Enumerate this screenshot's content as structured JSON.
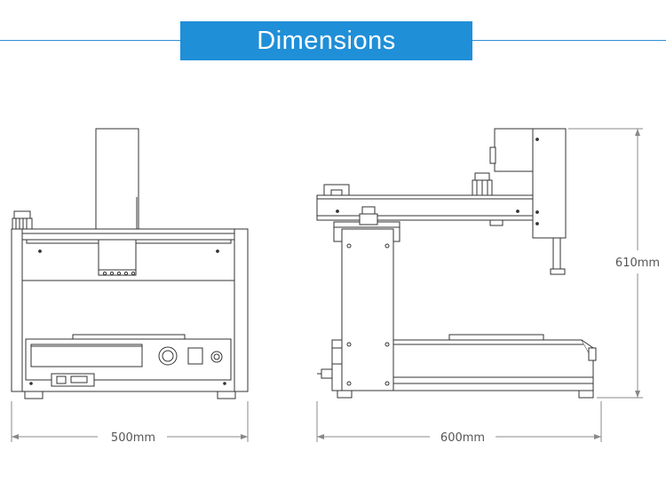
{
  "header": {
    "title": "Dimensions",
    "accent_color": "#1f8fd8"
  },
  "front_view": {
    "width_label": "500mm"
  },
  "side_view": {
    "width_label": "600mm",
    "height_label": "610mm"
  }
}
